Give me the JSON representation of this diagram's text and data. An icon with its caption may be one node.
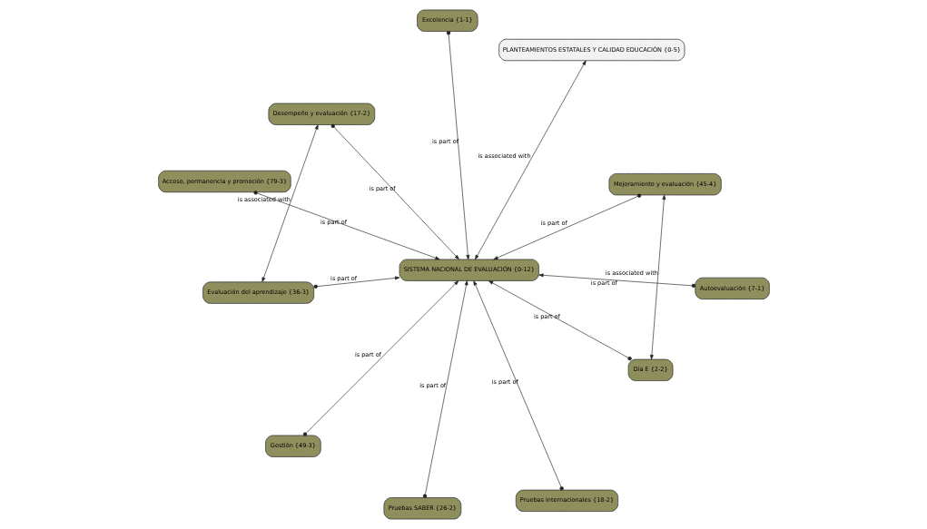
{
  "diagram": {
    "nodes": [
      {
        "text": [
          "Acceso, permanencia y promoción {79-3}"
        ]
      },
      {
        "text": [
          "PLANTEAMIENTOS ESTATALES Y CALIDAD EDUCACIÓN {0-5}"
        ]
      },
      {
        "text": [
          "Día E {2-2}"
        ]
      },
      {
        "text": [
          "Mejoramiento y evaluación {45-4}"
        ]
      },
      {
        "text": [
          "SISTEMA NACIONAL DE EVALUACIÓN {0-12}"
        ]
      },
      {
        "text": [
          "Excelencia {1-1}"
        ]
      },
      {
        "text": [
          "Gestión {49-3}"
        ]
      },
      {
        "text": [
          "Autoevaluación {7-1}"
        ]
      },
      {
        "text": [
          "Pruebas SABER {26-2}"
        ]
      },
      {
        "text": [
          "Pruebas internacionales {18-2}"
        ]
      },
      {
        "text": [
          "Evaluación del aprendizaje {36-3}"
        ]
      },
      {
        "text": [
          "Desempeño y evaluación {17-2}"
        ]
      }
    ],
    "edges": [
      {
        "from": 0,
        "to": 4,
        "arrow": "to",
        "label": "is part of"
      },
      {
        "from": 2,
        "to": 4,
        "arrow": "to",
        "label": "is part of"
      },
      {
        "from": 2,
        "to": 3,
        "arrow": "both",
        "label": "is associated with"
      },
      {
        "from": 3,
        "to": 4,
        "arrow": "to",
        "label": "is part of"
      },
      {
        "from": 4,
        "to": 1,
        "arrow": "both",
        "label": "is associated with"
      },
      {
        "from": 5,
        "to": 4,
        "arrow": "to",
        "label": "is part of"
      },
      {
        "from": 6,
        "to": 4,
        "arrow": "to",
        "label": "is part of"
      },
      {
        "from": 7,
        "to": 4,
        "arrow": "to",
        "label": "is part of"
      },
      {
        "from": 8,
        "to": 4,
        "arrow": "to",
        "label": "is part of"
      },
      {
        "from": 9,
        "to": 4,
        "arrow": "to",
        "label": "is part of"
      },
      {
        "from": 10,
        "to": 4,
        "arrow": "to",
        "label": "is part of"
      },
      {
        "from": 11,
        "to": 4,
        "arrow": "to",
        "label": "is part of"
      },
      {
        "from": 10,
        "to": 11,
        "arrow": "both",
        "label": "is associated with"
      }
    ]
  }
}
